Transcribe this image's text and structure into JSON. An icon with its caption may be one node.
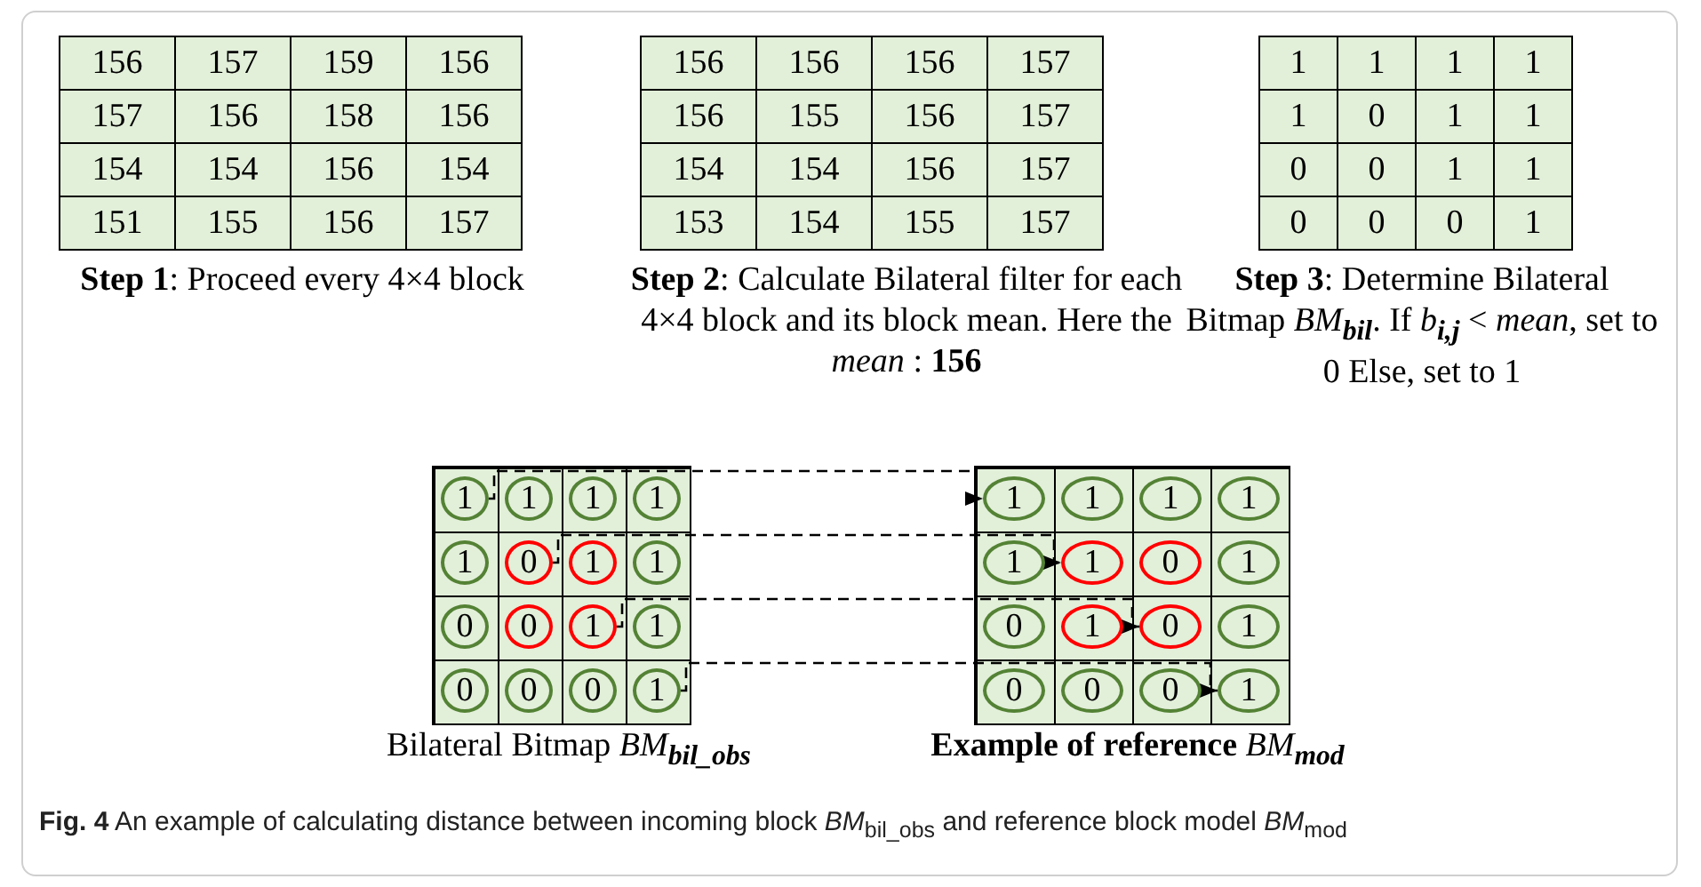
{
  "diagram": {
    "caption": "**Fig. 4** An example of calculating distance between incoming block *BM*$_{bil_obs}$ and reference block model *BM*$_{mod}$",
    "nodes": [
      {
        "text": [
          "1"
        ]
      },
      {
        "text": [
          "1"
        ]
      },
      {
        "text": [
          "1"
        ]
      },
      {
        "text": [
          "1"
        ]
      },
      {
        "text": [
          "1"
        ]
      },
      {
        "text": [
          "0"
        ]
      },
      {
        "text": [
          "1"
        ]
      },
      {
        "text": [
          "1"
        ]
      },
      {
        "text": [
          "0"
        ]
      },
      {
        "text": [
          "0"
        ]
      },
      {
        "text": [
          "1"
        ]
      },
      {
        "text": [
          "1"
        ]
      },
      {
        "text": [
          "0"
        ]
      },
      {
        "text": [
          "0"
        ]
      },
      {
        "text": [
          "0"
        ]
      },
      {
        "text": [
          "1"
        ]
      },
      {
        "text": [
          "1"
        ]
      },
      {
        "text": [
          "1"
        ]
      },
      {
        "text": [
          "1"
        ]
      },
      {
        "text": [
          "1"
        ]
      },
      {
        "text": [
          "1"
        ]
      },
      {
        "text": [
          "1"
        ]
      },
      {
        "text": [
          "0"
        ]
      },
      {
        "text": [
          "1"
        ]
      },
      {
        "text": [
          "0"
        ]
      },
      {
        "text": [
          "1"
        ]
      },
      {
        "text": [
          "0"
        ]
      },
      {
        "text": [
          "1"
        ]
      },
      {
        "text": [
          "0"
        ]
      },
      {
        "text": [
          "0"
        ]
      },
      {
        "text": [
          "0"
        ]
      },
      {
        "text": [
          "1"
        ]
      }
    ],
    "edges": [
      {
        "from": 0,
        "to": 16,
        "arrow": "to",
        "style": "dashed"
      },
      {
        "from": 5,
        "to": 21,
        "arrow": "to",
        "style": "dashed"
      },
      {
        "from": 10,
        "to": 26,
        "arrow": "to",
        "style": "dashed"
      },
      {
        "from": 15,
        "to": 31,
        "arrow": "to",
        "style": "dashed"
      }
    ],
    "labels": [
      "156",
      "157",
      "159",
      "156",
      "157",
      "156",
      "158",
      "156",
      "154",
      "154",
      "156",
      "154",
      "151",
      "155",
      "156",
      "157",
      "**Step 1**: Proceed every 4×4 block",
      "156",
      "156",
      "156",
      "157",
      "156",
      "155",
      "156",
      "157",
      "154",
      "154",
      "156",
      "157",
      "153",
      "154",
      "155",
      "157",
      "**Step 2**: Calculate Bilateral filter for each 4×4 block and its block mean. Here the *mean* : **156**",
      "1",
      "1",
      "1",
      "1",
      "1",
      "0",
      "1",
      "1",
      "0",
      "0",
      "1",
      "1",
      "0",
      "0",
      "0",
      "1",
      "**Step 3**: Determine Bilateral Bitmap *BM*$_{bil}$. If *b*$_{i,j}$ < *mean*, set to 0 Else, set to 1",
      "Bilateral Bitmap *BM*$_{bil_obs}$",
      "**Example of reference** *BM*$_{mod}$"
    ]
  }
}
